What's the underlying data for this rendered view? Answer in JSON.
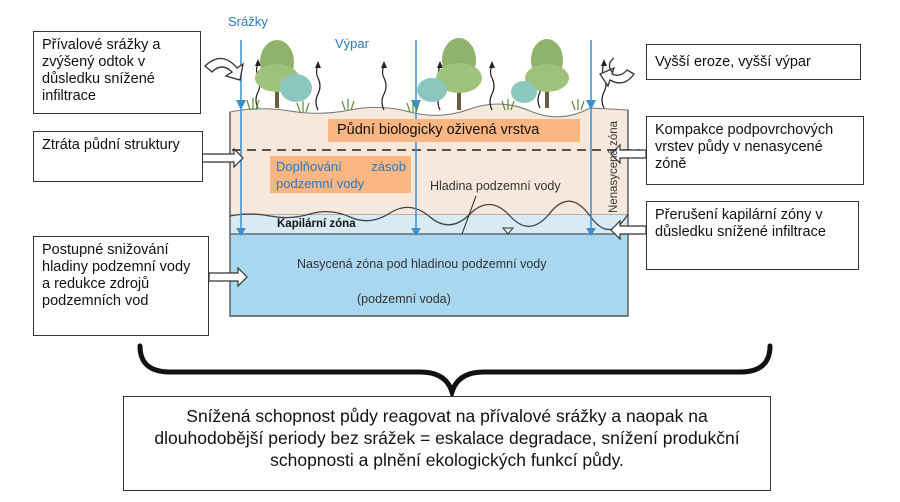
{
  "precip_label": "Srážky",
  "evap_label": "Výpar",
  "callouts": {
    "left1": "Přívalové srážky a zvýšený odtok v důsledku snížené infiltrace",
    "left2": "Ztráta půdní struktury",
    "left3": "Postupné snižování hladiny podzemní vody a redukce zdrojů podzemních vod",
    "right1": "Vyšší eroze, vyšší výpar",
    "right2": "Kompakce podpovrchových vrstev půdy v nenasycené zóně",
    "right3": "Přerušení kapilární zóny v důsledku snížené infiltrace"
  },
  "zones": {
    "bio_layer": "Půdní biologicky oživená vrstva",
    "recharge": "Doplňování zásob podzemní vody",
    "water_table": "Hladina podzemní vody",
    "capillary": "Kapilární zóna",
    "saturated": "Nasycená zóna pod hladinou podzemní vody",
    "groundwater": "(podzemní voda)",
    "unsaturated": "Nenasycená zóna"
  },
  "conclusion": "Snížená schopnost půdy reagovat na přívalové srážky a naopak na dlouhodobější periody bez srážek = eskalace degradace, snížení produkční schopnosti a plnění ekologických funkcí půdy.",
  "colors": {
    "unsaturated_fill": "#f7e8dc",
    "capillary_fill": "#d8ebf5",
    "saturated_fill": "#a9d7ef",
    "orange_label": "#fbb681",
    "arrow_blue": "#3a8fd0",
    "label_blue": "#2a78c2"
  }
}
